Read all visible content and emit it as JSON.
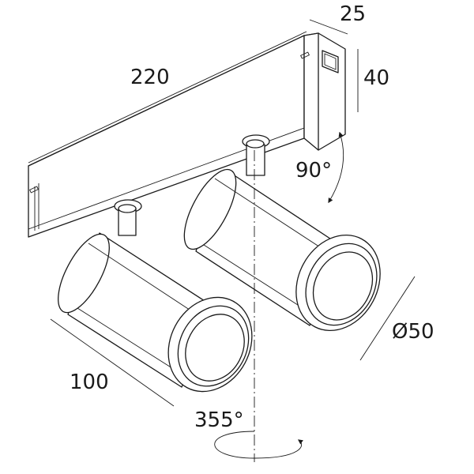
{
  "drawing": {
    "dimensions": {
      "length": "220",
      "depth": "25",
      "height": "40",
      "rotation_tilt": "90°",
      "diameter": "Ø50",
      "arm": "100",
      "rotation_pan": "355°"
    }
  },
  "colors": {
    "line": "#1a1a1a",
    "background": "#ffffff"
  }
}
